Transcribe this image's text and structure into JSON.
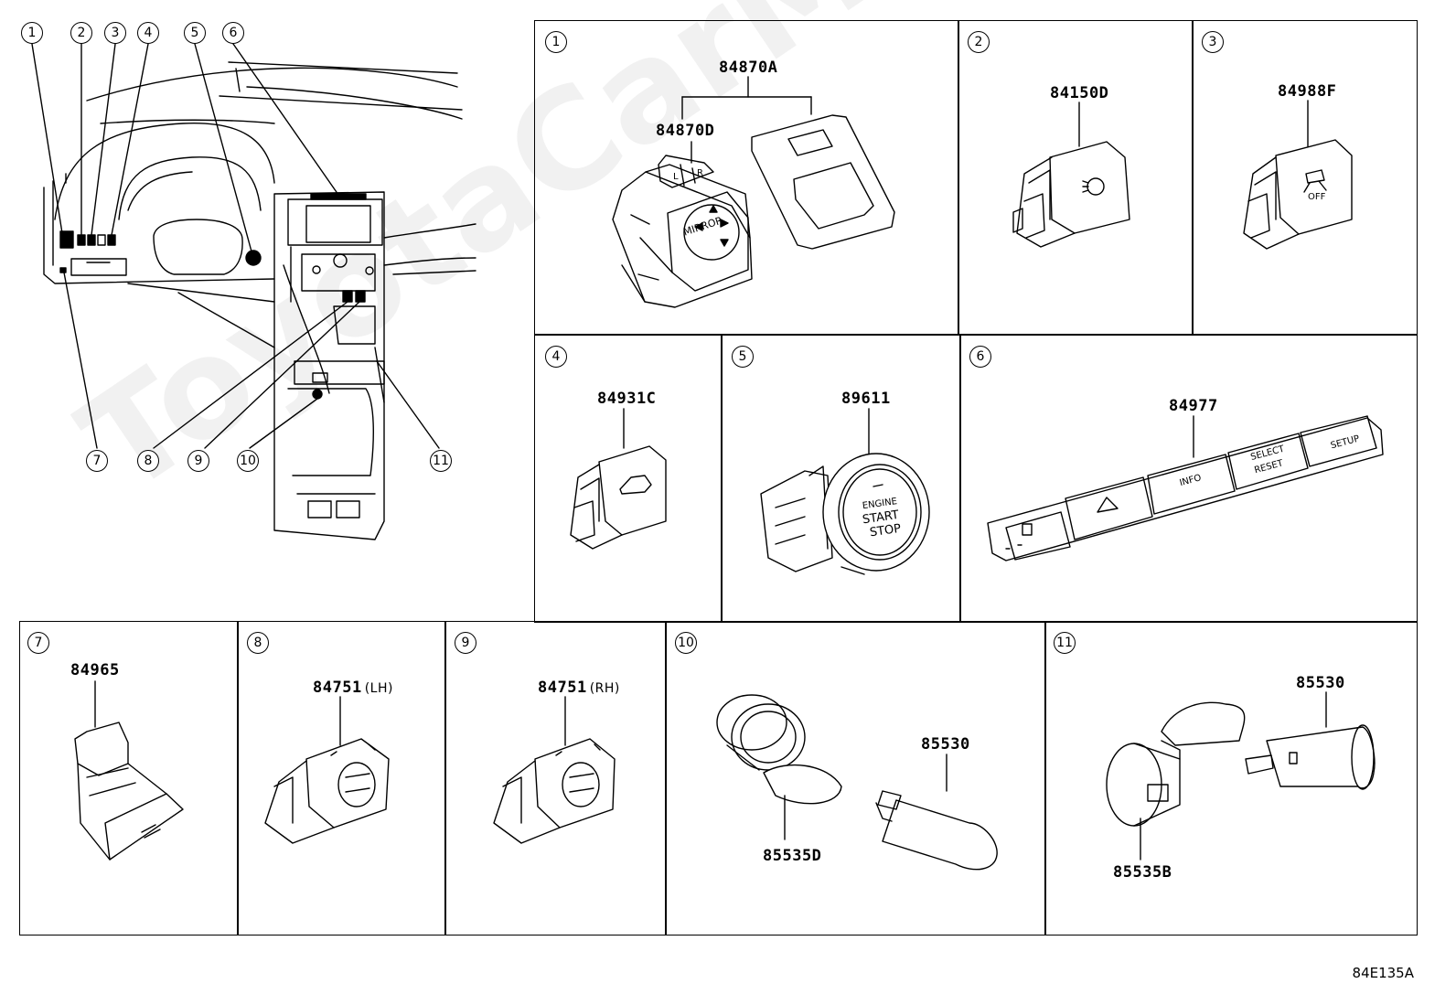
{
  "diagram_code": "84E135A",
  "watermark": "ToyotaCarMine.ru",
  "overview": {
    "callouts": [
      "1",
      "2",
      "3",
      "4",
      "5",
      "6",
      "7",
      "8",
      "9",
      "10",
      "11"
    ]
  },
  "cells": [
    {
      "index": "1",
      "parts": [
        {
          "label": "84870A"
        },
        {
          "label": "84870D"
        }
      ],
      "icon_text": {
        "mirror": "MIRROR",
        "l": "L",
        "r": "R"
      }
    },
    {
      "index": "2",
      "parts": [
        {
          "label": "84150D"
        }
      ]
    },
    {
      "index": "3",
      "parts": [
        {
          "label": "84988F"
        }
      ],
      "icon_text": {
        "off": "OFF"
      }
    },
    {
      "index": "4",
      "parts": [
        {
          "label": "84931C"
        }
      ]
    },
    {
      "index": "5",
      "parts": [
        {
          "label": "89611"
        }
      ],
      "icon_text": {
        "line1": "ENGINE",
        "line2": "START",
        "line3": "STOP"
      }
    },
    {
      "index": "6",
      "parts": [
        {
          "label": "84977"
        }
      ],
      "icon_text": {
        "info": "INFO",
        "select": "SELECT",
        "reset": "RESET",
        "setup": "SETUP"
      }
    },
    {
      "index": "7",
      "parts": [
        {
          "label": "84965"
        }
      ]
    },
    {
      "index": "8",
      "parts": [
        {
          "label": "84751",
          "suffix": "(LH)"
        }
      ]
    },
    {
      "index": "9",
      "parts": [
        {
          "label": "84751",
          "suffix": "(RH)"
        }
      ]
    },
    {
      "index": "10",
      "parts": [
        {
          "label": "85535D"
        },
        {
          "label": "85530"
        }
      ]
    },
    {
      "index": "11",
      "parts": [
        {
          "label": "85530"
        },
        {
          "label": "85535B"
        }
      ]
    }
  ]
}
